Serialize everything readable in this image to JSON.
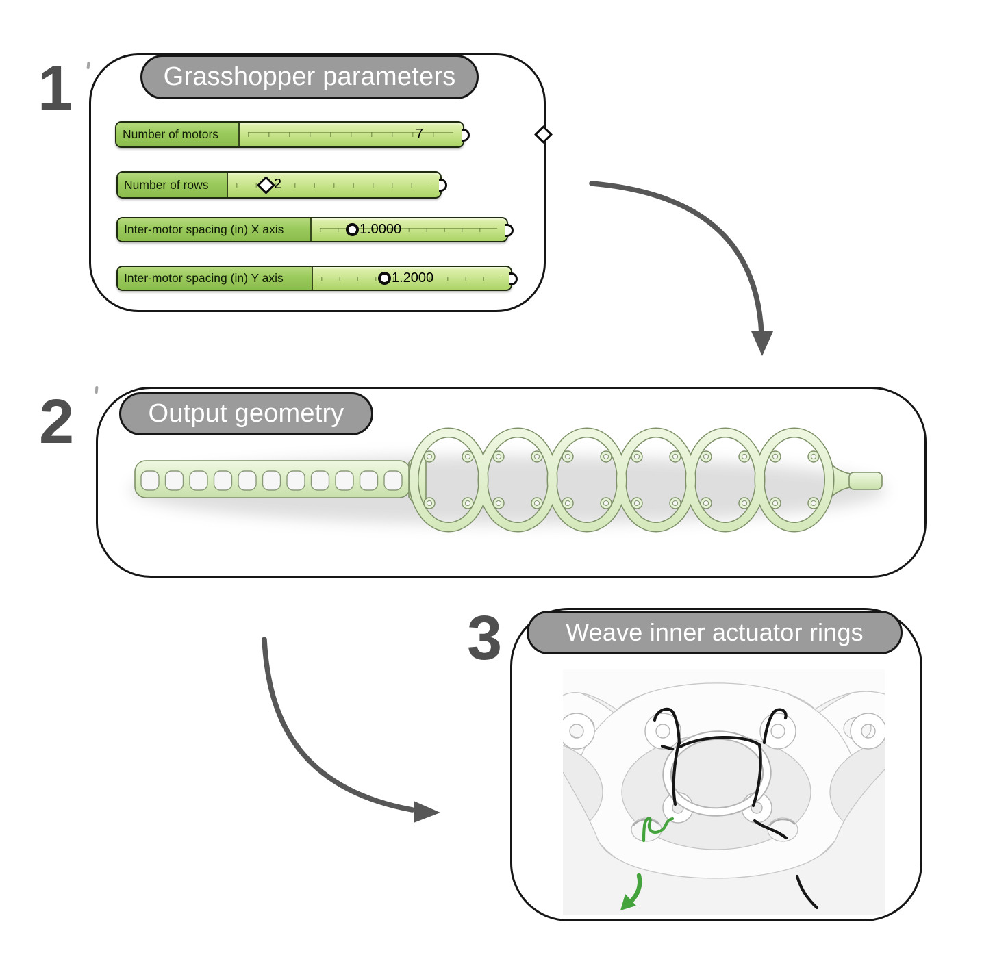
{
  "steps": [
    {
      "number": "1",
      "title": "Grasshopper parameters"
    },
    {
      "number": "2",
      "title": "Output geometry"
    },
    {
      "number": "3",
      "title": "Weave inner actuator rings"
    }
  ],
  "sliders": [
    {
      "label": "Number of motors",
      "value": "7",
      "handle": "diamond"
    },
    {
      "label": "Number of rows",
      "value": "2",
      "handle": "diamond"
    },
    {
      "label": "Inter-motor spacing (in) X axis",
      "value": "1.0000",
      "handle": "circle"
    },
    {
      "label": "Inter-motor spacing (in) Y axis",
      "value": "1.2000",
      "handle": "circle"
    }
  ],
  "colors": {
    "pill_gray": "#9b9b9b",
    "panel_border": "#161616",
    "slider_green_dark": "#8abc4c",
    "slider_green_light": "#cbe690",
    "geometry_green": "#e3f0d3",
    "geometry_rim": "#7e9168",
    "arrow_gray": "#575757",
    "thread_black": "#161616",
    "thread_green": "#44a33c",
    "step_number_gray": "#4f4f4f"
  }
}
